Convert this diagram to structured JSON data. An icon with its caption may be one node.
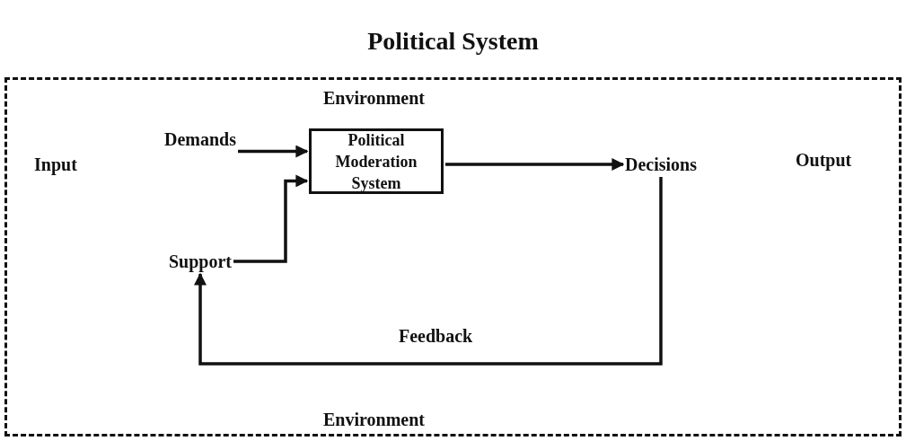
{
  "diagram": {
    "title": "Political System",
    "nodes": [
      {
        "text": [
          "Environment",
          "Environment"
        ]
      },
      {
        "text": [
          "Demands"
        ],
        "in": 0
      },
      {
        "text": [
          "Support"
        ],
        "in": 0
      },
      {
        "text": [
          "Political Moderation System"
        ],
        "in": 0
      },
      {
        "text": [
          "Decisions"
        ],
        "in": 0
      }
    ],
    "edges": [
      {
        "from": 1,
        "to": 3,
        "arrow": "to"
      },
      {
        "from": 2,
        "to": 3,
        "arrow": "to"
      },
      {
        "from": 3,
        "to": 4,
        "arrow": "to"
      },
      {
        "from": 4,
        "to": 2,
        "label": "Feedback",
        "arrow": "to"
      }
    ],
    "labels": [
      "Input",
      "Output"
    ]
  }
}
